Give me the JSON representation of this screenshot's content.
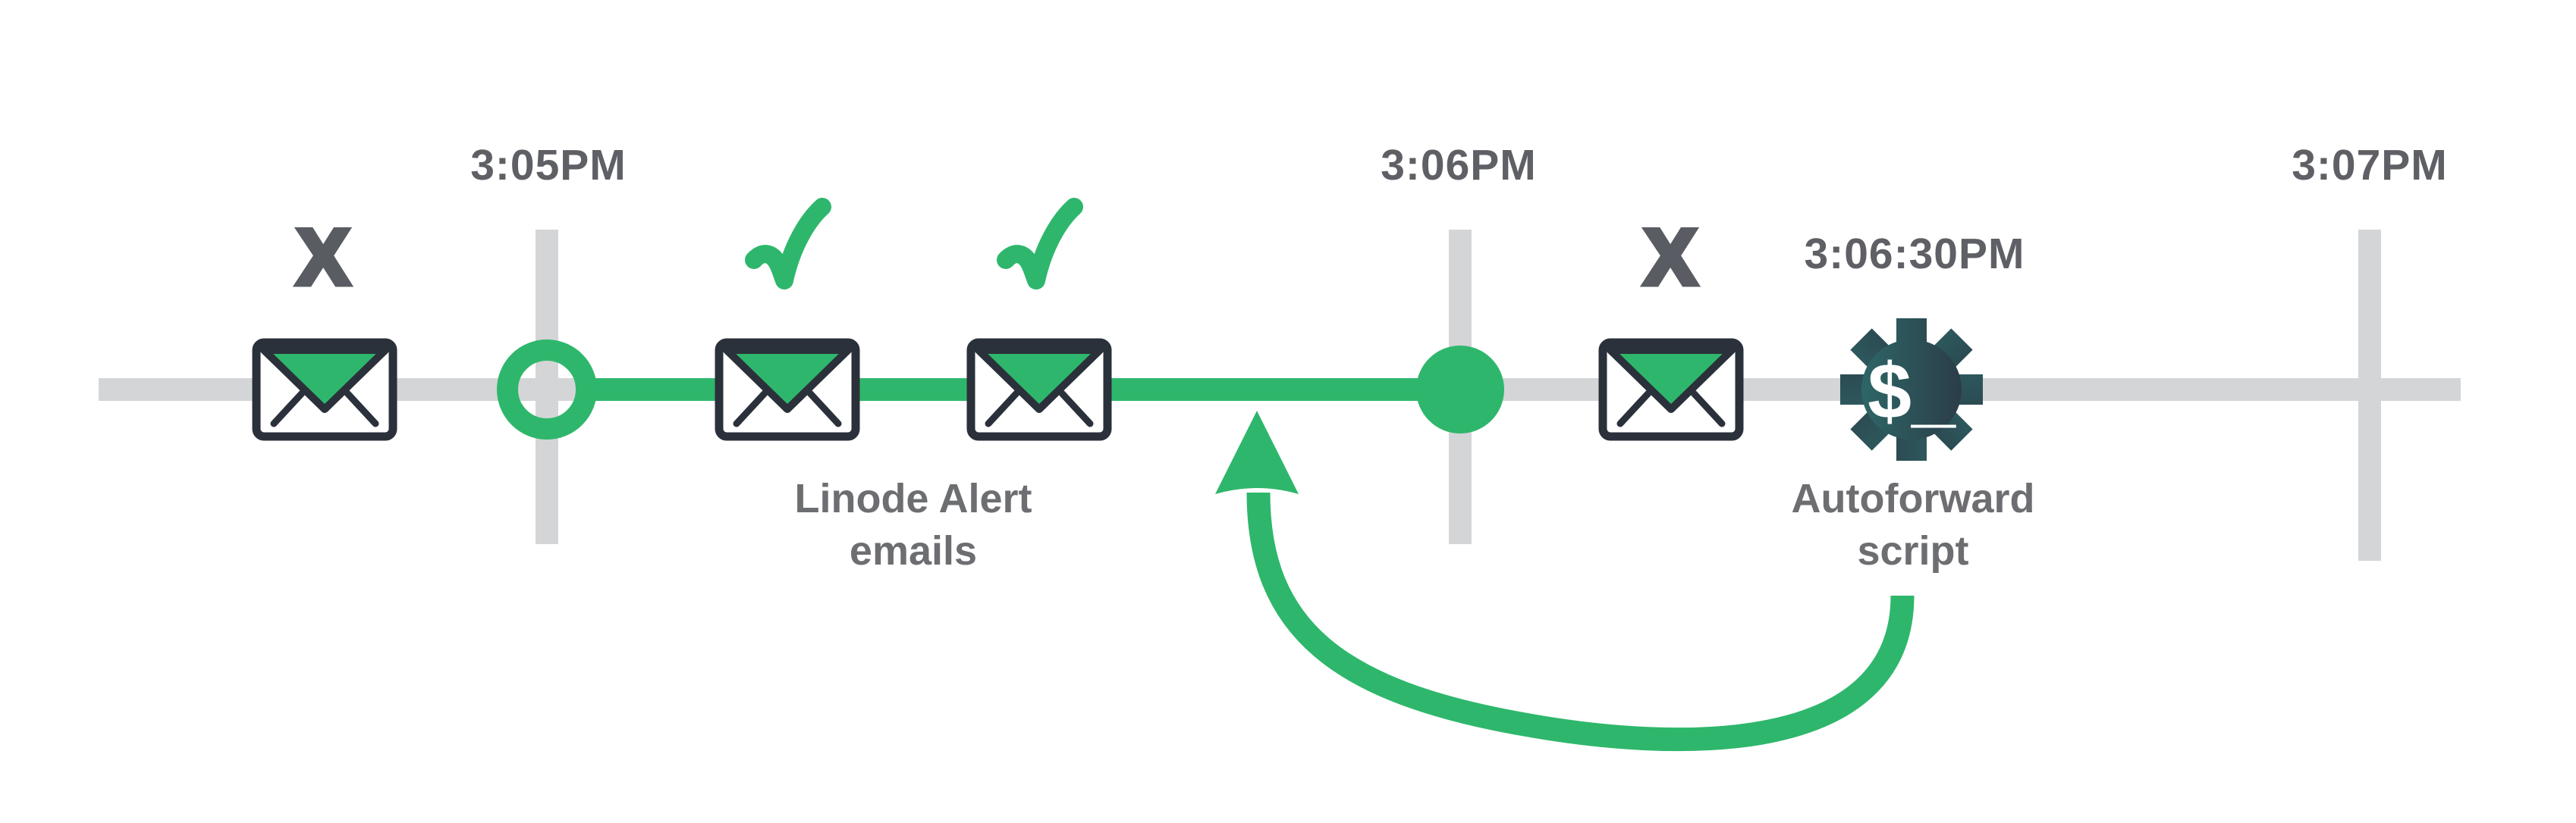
{
  "diagram": {
    "timeline": {
      "ticks": [
        {
          "label": "3:05PM"
        },
        {
          "label": "3:06PM"
        },
        {
          "label": "3:07PM"
        }
      ]
    },
    "blocked_email_left": {
      "mark": "X"
    },
    "alert_emails": {
      "line1": "Linode Alert",
      "line2": "emails"
    },
    "blocked_email_right": {
      "mark": "X"
    },
    "autoforward": {
      "time": "3:06:30PM",
      "line1": "Autoforward",
      "line2": "script",
      "gear_glyph": "$_"
    }
  },
  "colors": {
    "green": "#2EB76C",
    "timeline_gray": "#D4D5D6",
    "envelope_outline": "#2B313A",
    "time_text_gray": "#5E6065",
    "label_text_gray": "#6D6E71",
    "x_mark_gray": "#5A5C63",
    "gear_gradient_left": "#2E6F6D",
    "gear_gradient_right": "#2A3442"
  }
}
